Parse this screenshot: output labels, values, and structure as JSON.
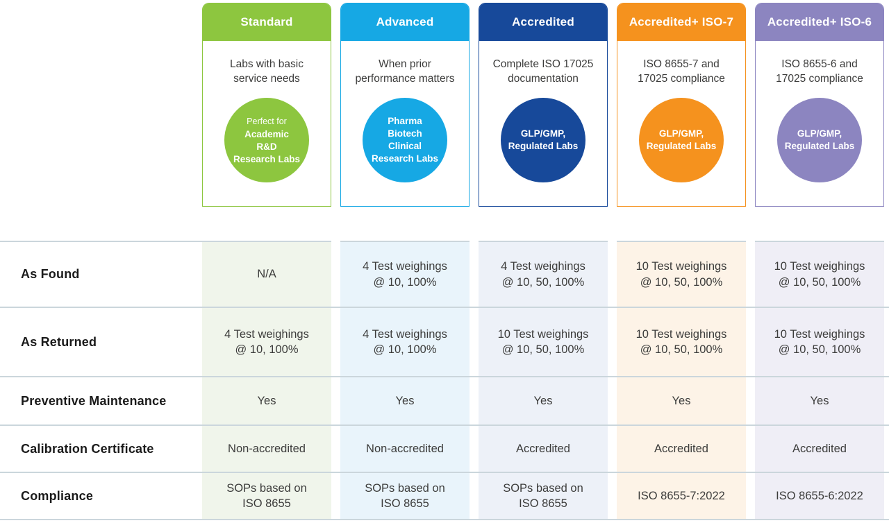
{
  "tiers": [
    {
      "id": "standard",
      "title": "Standard",
      "color": "#8DC63F",
      "tint": "#F0F5EB",
      "description": "Labs with basic\nservice needs",
      "circle_lines": [
        {
          "text": "Perfect for",
          "bold": false
        },
        {
          "text": "Academic",
          "bold": true
        },
        {
          "text": "R&D",
          "bold": true
        },
        {
          "text": "Research Labs",
          "bold": true
        }
      ]
    },
    {
      "id": "advanced",
      "title": "Advanced",
      "color": "#16A8E4",
      "tint": "#E9F4FB",
      "description": "When prior\nperformance matters",
      "circle_lines": [
        {
          "text": "Pharma",
          "bold": true
        },
        {
          "text": "Biotech",
          "bold": true
        },
        {
          "text": "Clinical",
          "bold": true
        },
        {
          "text": "Research Labs",
          "bold": true
        }
      ]
    },
    {
      "id": "accredited",
      "title": "Accredited",
      "color": "#17499A",
      "tint": "#EDF1F8",
      "description": "Complete ISO 17025\ndocumentation",
      "circle_lines": [
        {
          "text": "GLP/GMP,",
          "bold": true
        },
        {
          "text": "Regulated Labs",
          "bold": true
        }
      ]
    },
    {
      "id": "accredited-iso7",
      "title": "Accredited+ ISO-7",
      "color": "#F5921E",
      "tint": "#FDF3E7",
      "description": "ISO 8655-7 and\n17025 compliance",
      "circle_lines": [
        {
          "text": "GLP/GMP,",
          "bold": true
        },
        {
          "text": "Regulated Labs",
          "bold": true
        }
      ]
    },
    {
      "id": "accredited-iso6",
      "title": "Accredited+ ISO-6",
      "color": "#8C85C0",
      "tint": "#EFEEF6",
      "description": "ISO 8655-6 and\n17025 compliance",
      "circle_lines": [
        {
          "text": "GLP/GMP,",
          "bold": true
        },
        {
          "text": "Regulated Labs",
          "bold": true
        }
      ]
    }
  ],
  "table": {
    "line_color": "#CBD6DC"
  },
  "chart_data": {
    "type": "table",
    "columns": [
      "",
      "Standard",
      "Advanced",
      "Accredited",
      "Accredited+ ISO-7",
      "Accredited+ ISO-6"
    ],
    "rows": [
      [
        "As Found",
        "N/A",
        "4 Test weighings\n@ 10, 100%",
        "4 Test weighings\n@ 10, 50, 100%",
        "10 Test weighings\n@ 10, 50, 100%",
        "10 Test weighings\n@ 10, 50, 100%"
      ],
      [
        "As Returned",
        "4 Test weighings\n@ 10, 100%",
        "4 Test weighings\n@ 10, 100%",
        "10 Test weighings\n@ 10, 50, 100%",
        "10 Test weighings\n@ 10, 50, 100%",
        "10 Test weighings\n@ 10, 50, 100%"
      ],
      [
        "Preventive Maintenance",
        "Yes",
        "Yes",
        "Yes",
        "Yes",
        "Yes"
      ],
      [
        "Calibration Certificate",
        "Non-accredited",
        "Non-accredited",
        "Accredited",
        "Accredited",
        "Accredited"
      ],
      [
        "Compliance",
        "SOPs based on\nISO 8655",
        "SOPs based on\nISO 8655",
        "SOPs based on\nISO 8655",
        "ISO 8655-7:2022",
        "ISO 8655-6:2022"
      ]
    ]
  }
}
